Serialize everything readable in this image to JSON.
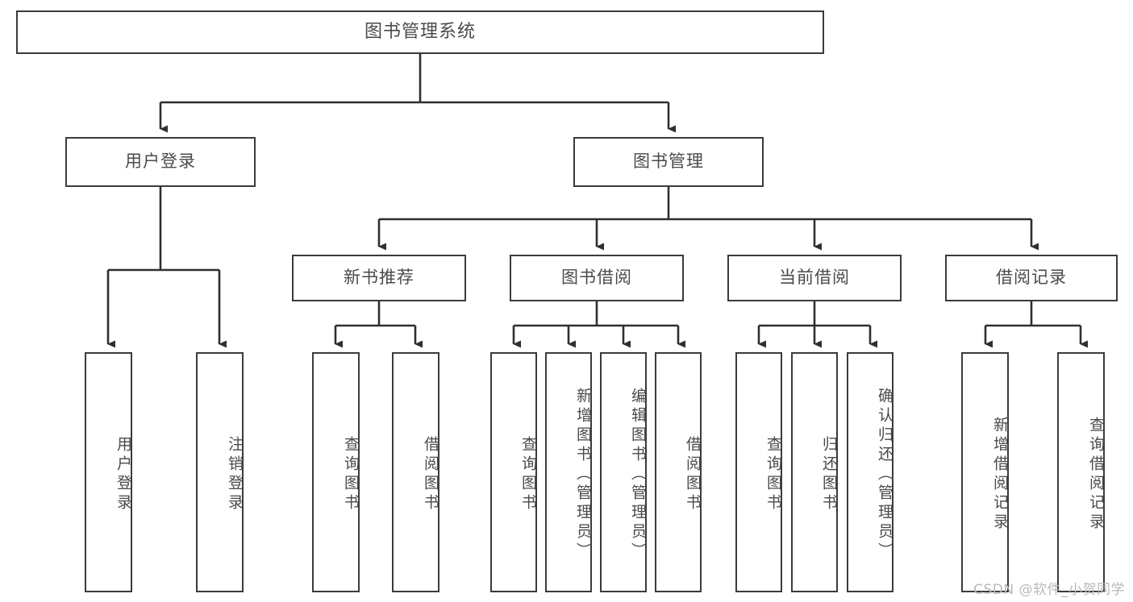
{
  "diagram": {
    "title": "图书管理系统",
    "type": "tree-hierarchy",
    "root": {
      "label": "图书管理系统"
    },
    "level2": [
      {
        "label": "用户登录"
      },
      {
        "label": "图书管理"
      }
    ],
    "level3": [
      {
        "label": "新书推荐"
      },
      {
        "label": "图书借阅"
      },
      {
        "label": "当前借阅"
      },
      {
        "label": "借阅记录"
      }
    ],
    "leaves": {
      "user_login": [
        {
          "label": "用户登录"
        },
        {
          "label": "注销登录"
        }
      ],
      "new_book_recommend": [
        {
          "label": "查询图书"
        },
        {
          "label": "借阅图书"
        }
      ],
      "book_borrow": [
        {
          "label": "查询图书"
        },
        {
          "label": "新增图书（管理员）"
        },
        {
          "label": "编辑图书（管理员）"
        },
        {
          "label": "借阅图书"
        }
      ],
      "current_borrow": [
        {
          "label": "查询图书"
        },
        {
          "label": "归还图书"
        },
        {
          "label": "确认归还（管理员）"
        }
      ],
      "borrow_record": [
        {
          "label": "新增借阅记录"
        },
        {
          "label": "查询借阅记录"
        }
      ]
    }
  },
  "watermark": {
    "text": "CSDN @软件_小贺同学"
  },
  "colors": {
    "box_border": "#3b3b3b",
    "box_fill": "#ffffff",
    "text": "#4a4a4a",
    "connector": "#2f2f2f",
    "watermark": "#b9b9b9"
  }
}
